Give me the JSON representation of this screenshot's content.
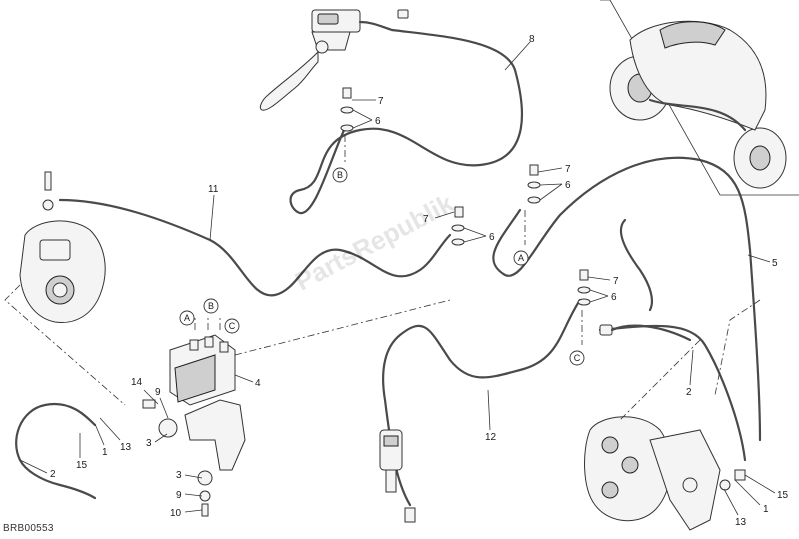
{
  "reference_code": "BRB00553",
  "watermark": "PartsRepublik",
  "callouts": {
    "n1a": "1",
    "n1b": "1",
    "n2a": "2",
    "n2b": "2",
    "n3a": "3",
    "n3b": "3",
    "n4": "4",
    "n5": "5",
    "n6a": "6",
    "n6b": "6",
    "n6c": "6",
    "n6d": "6",
    "n7a": "7",
    "n7b": "7",
    "n7c": "7",
    "n7d": "7",
    "n8": "8",
    "n9a": "9",
    "n9b": "9",
    "n10": "10",
    "n11": "11",
    "n12": "12",
    "n13a": "13",
    "n13b": "13",
    "n14": "14",
    "n15a": "15",
    "n15b": "15"
  },
  "connection_markers": {
    "a1": "A",
    "b1": "B",
    "c1": "C",
    "a2": "A",
    "b2": "B",
    "c2": "C"
  },
  "colors": {
    "line": "#333333",
    "background": "#ffffff"
  }
}
